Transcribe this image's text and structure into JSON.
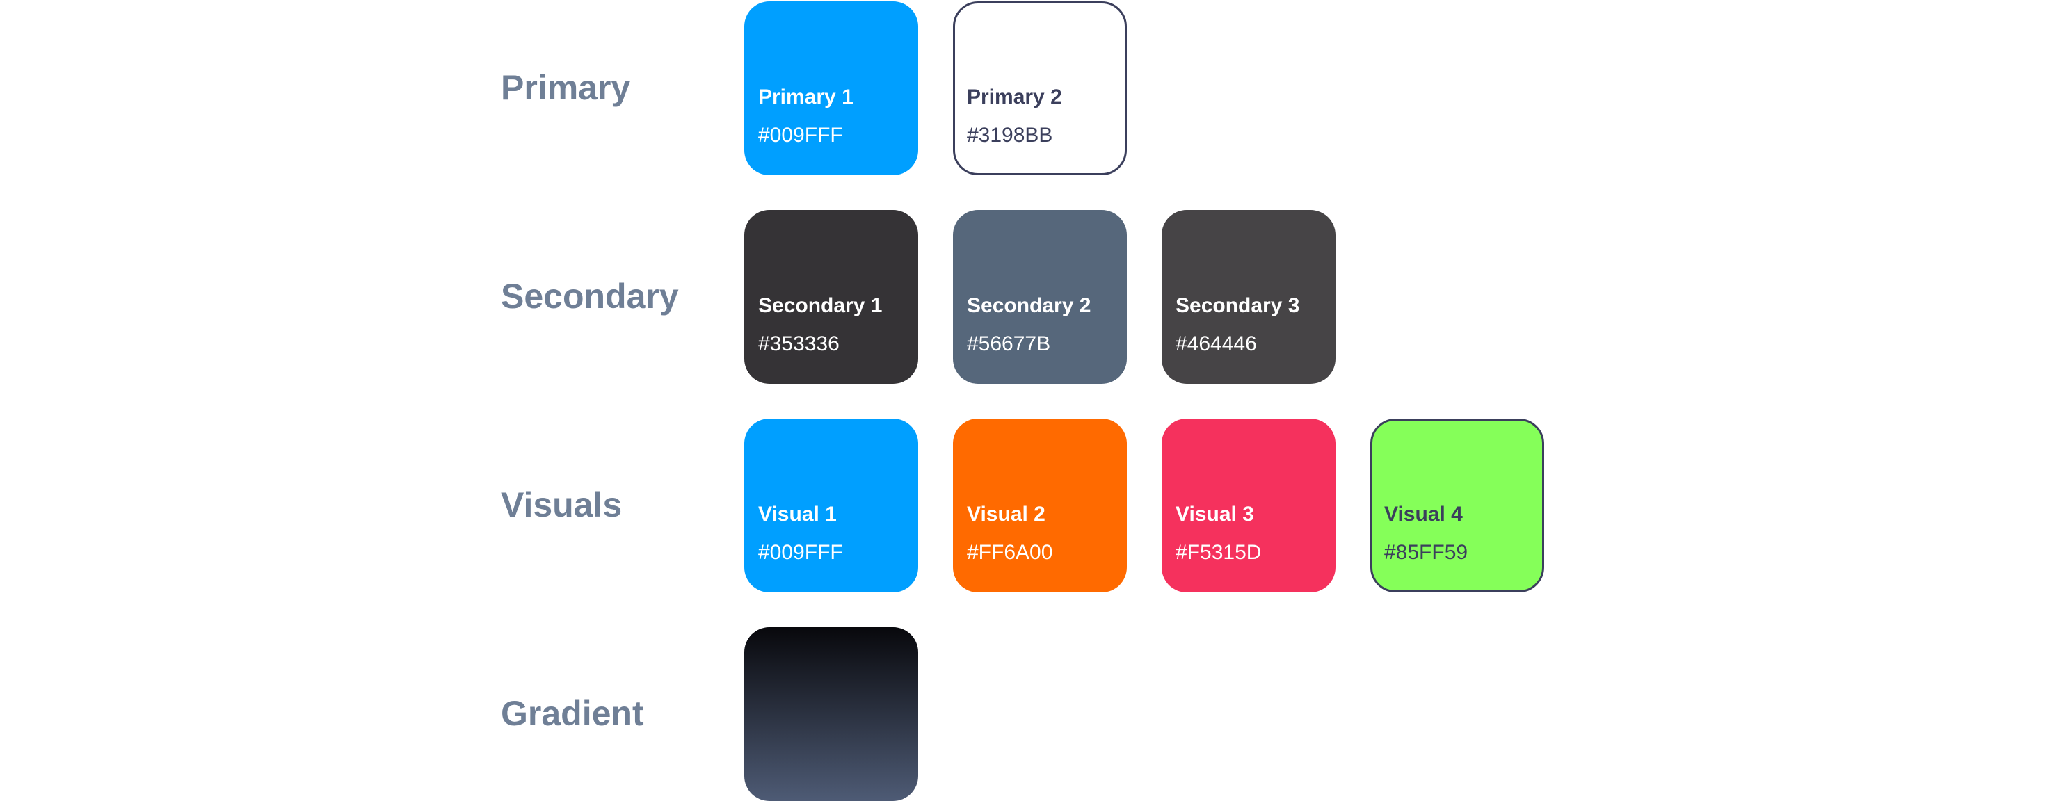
{
  "groups": {
    "primary": {
      "label": "Primary",
      "swatches": [
        {
          "name": "Primary 1",
          "hex": "#009FFF",
          "fill": "#009FFF",
          "text_color": "#ffffff"
        },
        {
          "name": "Primary 2",
          "hex": "#3198BB",
          "fill": "#ffffff",
          "text_color": "#3b3f5c"
        }
      ]
    },
    "secondary": {
      "label": "Secondary",
      "swatches": [
        {
          "name": "Secondary 1",
          "hex": "#353336",
          "fill": "#353336",
          "text_color": "#ffffff"
        },
        {
          "name": "Secondary 2",
          "hex": "#56677B",
          "fill": "#56677B",
          "text_color": "#ffffff"
        },
        {
          "name": "Secondary 3",
          "hex": "#464446",
          "fill": "#464446",
          "text_color": "#ffffff"
        }
      ]
    },
    "visuals": {
      "label": "Visuals",
      "swatches": [
        {
          "name": "Visual 1",
          "hex": "#009FFF",
          "fill": "#009FFF",
          "text_color": "#ffffff"
        },
        {
          "name": "Visual 2",
          "hex": "#FF6A00",
          "fill": "#FF6A00",
          "text_color": "#ffffff"
        },
        {
          "name": "Visual 3",
          "hex": "#F5315D",
          "fill": "#F5315D",
          "text_color": "#ffffff"
        },
        {
          "name": "Visual 4",
          "hex": "#85FF59",
          "fill": "#85FF59",
          "text_color": "#3b3f5c"
        }
      ]
    },
    "gradient": {
      "label": "Gradient",
      "swatch": {
        "color_start": "#08080c",
        "color_end": "#4e5b75"
      }
    }
  },
  "colors": {
    "label_text": "#6f7f96",
    "outline": "#3b3f5c",
    "background": "#ffffff"
  }
}
